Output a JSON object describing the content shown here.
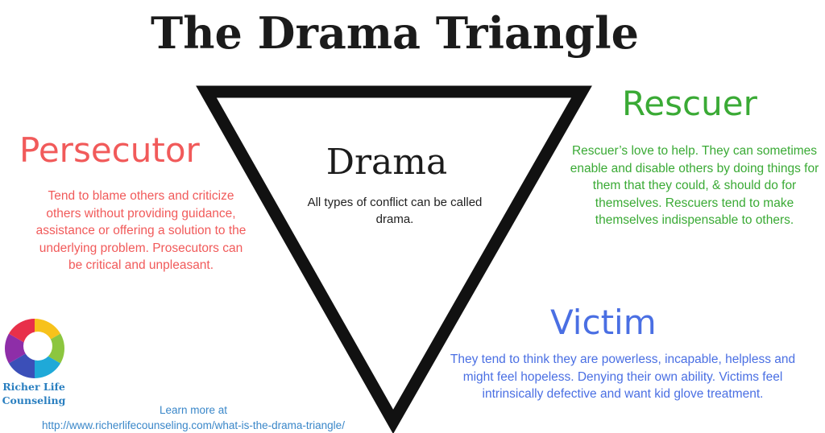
{
  "title": "The Drama Triangle",
  "center": {
    "heading": "Drama",
    "description": "All types of conflict can be called drama."
  },
  "roles": {
    "persecutor": {
      "title": "Persecutor",
      "description": "Tend to blame others and criticize others without providing guidance, assistance or offering a solution to the underlying problem. Prosecutors can be critical and unpleasant.",
      "color": "#f15a5a"
    },
    "rescuer": {
      "title": "Rescuer",
      "description": "Rescuer’s love to help. They can sometimes enable and disable others by doing things for them that they could, & should do for themselves. Rescuers tend to make themselves indispensable to others.",
      "color": "#3aaa35"
    },
    "victim": {
      "title": "Victim",
      "description": "They tend to think they are powerless, incapable, helpless and might feel hopeless. Denying their own ability. Victims feel intrinsically defective and want kid glove treatment.",
      "color": "#4a6fe3"
    }
  },
  "logo": {
    "line1": "Richer Life",
    "line2": "Counseling",
    "icon": "rainbow-ring-icon"
  },
  "footer": {
    "learn_more": "Learn more at",
    "url": "http://www.richerlifecounseling.com/what-is-the-drama-triangle/"
  }
}
